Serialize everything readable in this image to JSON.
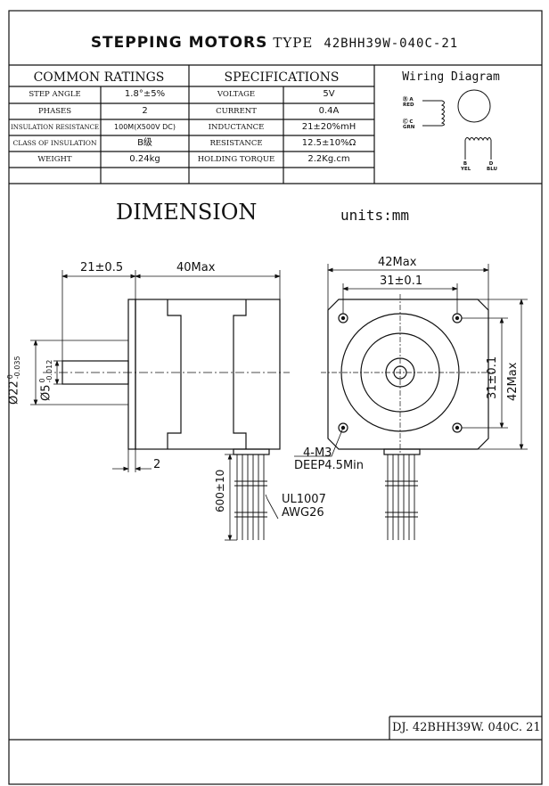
{
  "title": {
    "main": "STEPPING MOTORS",
    "type_label": "TYPE",
    "model": "42BHH39W-040C-21"
  },
  "table": {
    "ratings_header": "COMMON  RATINGS",
    "specs_header": "SPECIFICATIONS",
    "wiring_header": "Wiring Diagram",
    "ratings": [
      {
        "label": "STEP ANGLE",
        "value": "1.8°±5%"
      },
      {
        "label": "PHASES",
        "value": "2"
      },
      {
        "label": "INSULATION RESISTANCE",
        "value": "100M(X500V DC)"
      },
      {
        "label": "CLASS OF INSULATION",
        "value": "B级"
      },
      {
        "label": "WEIGHT",
        "value": "0.24kg"
      }
    ],
    "specs": [
      {
        "label": "VOLTAGE",
        "value": "5V"
      },
      {
        "label": "CURRENT",
        "value": "0.4A"
      },
      {
        "label": "INDUCTANCE",
        "value": "21±20%mH"
      },
      {
        "label": "RESISTANCE",
        "value": "12.5±10%Ω"
      },
      {
        "label": "HOLDING  TORQUE",
        "value": "2.2Kg.cm"
      }
    ]
  },
  "wiring": {
    "a_line1": "Ⓑ A",
    "a_line2": "RED",
    "c_line1": "Ⓒ C",
    "c_line2": "GRN",
    "b_line1": "B",
    "b_line2": "YEL",
    "d_line1": "D",
    "d_line2": "BLU"
  },
  "dimension": {
    "title": "DIMENSION",
    "units": "units:mm",
    "dim_21": "21±0.5",
    "dim_40": "40Max",
    "dim_2": "2",
    "dim_d22": "Ø22",
    "dim_d22_tol_top": "0",
    "dim_d22_tol_bot": "-0.035",
    "dim_d5": "Ø5",
    "dim_d5_tol_top": "0",
    "dim_d5_tol_bot": "-0.012",
    "dim_600": "600±10",
    "wire_l1": "UL1007",
    "wire_l2": "AWG26",
    "dim_42_top": "42Max",
    "dim_31_top": "31±0.1",
    "dim_31_side": "31±0.1",
    "dim_42_side": "42Max",
    "hole_l1": "4-M3",
    "hole_l2": "DEEP4.5Min"
  },
  "footer": {
    "code": "DJ. 42BHH39W. 040C. 21"
  }
}
